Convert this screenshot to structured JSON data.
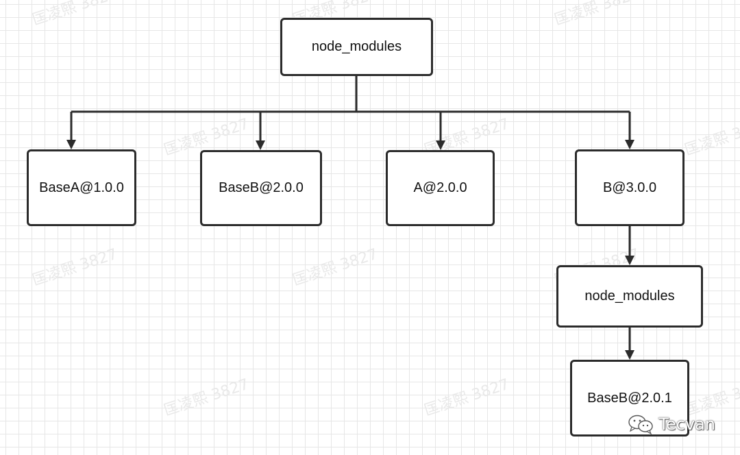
{
  "watermark": {
    "text": "匡凌熙 3827"
  },
  "nodes": {
    "root": "node_modules",
    "base_a": "BaseA@1.0.0",
    "base_b": "BaseB@2.0.0",
    "a": "A@2.0.0",
    "b": "B@3.0.0",
    "b_node_modules": "node_modules",
    "b_base_b": "BaseB@2.0.1"
  },
  "brand": {
    "name": "Tecvan",
    "icon": "wechat-icon"
  },
  "colors": {
    "stroke": "#2b2b2b",
    "grid": "#e6e6e6"
  }
}
